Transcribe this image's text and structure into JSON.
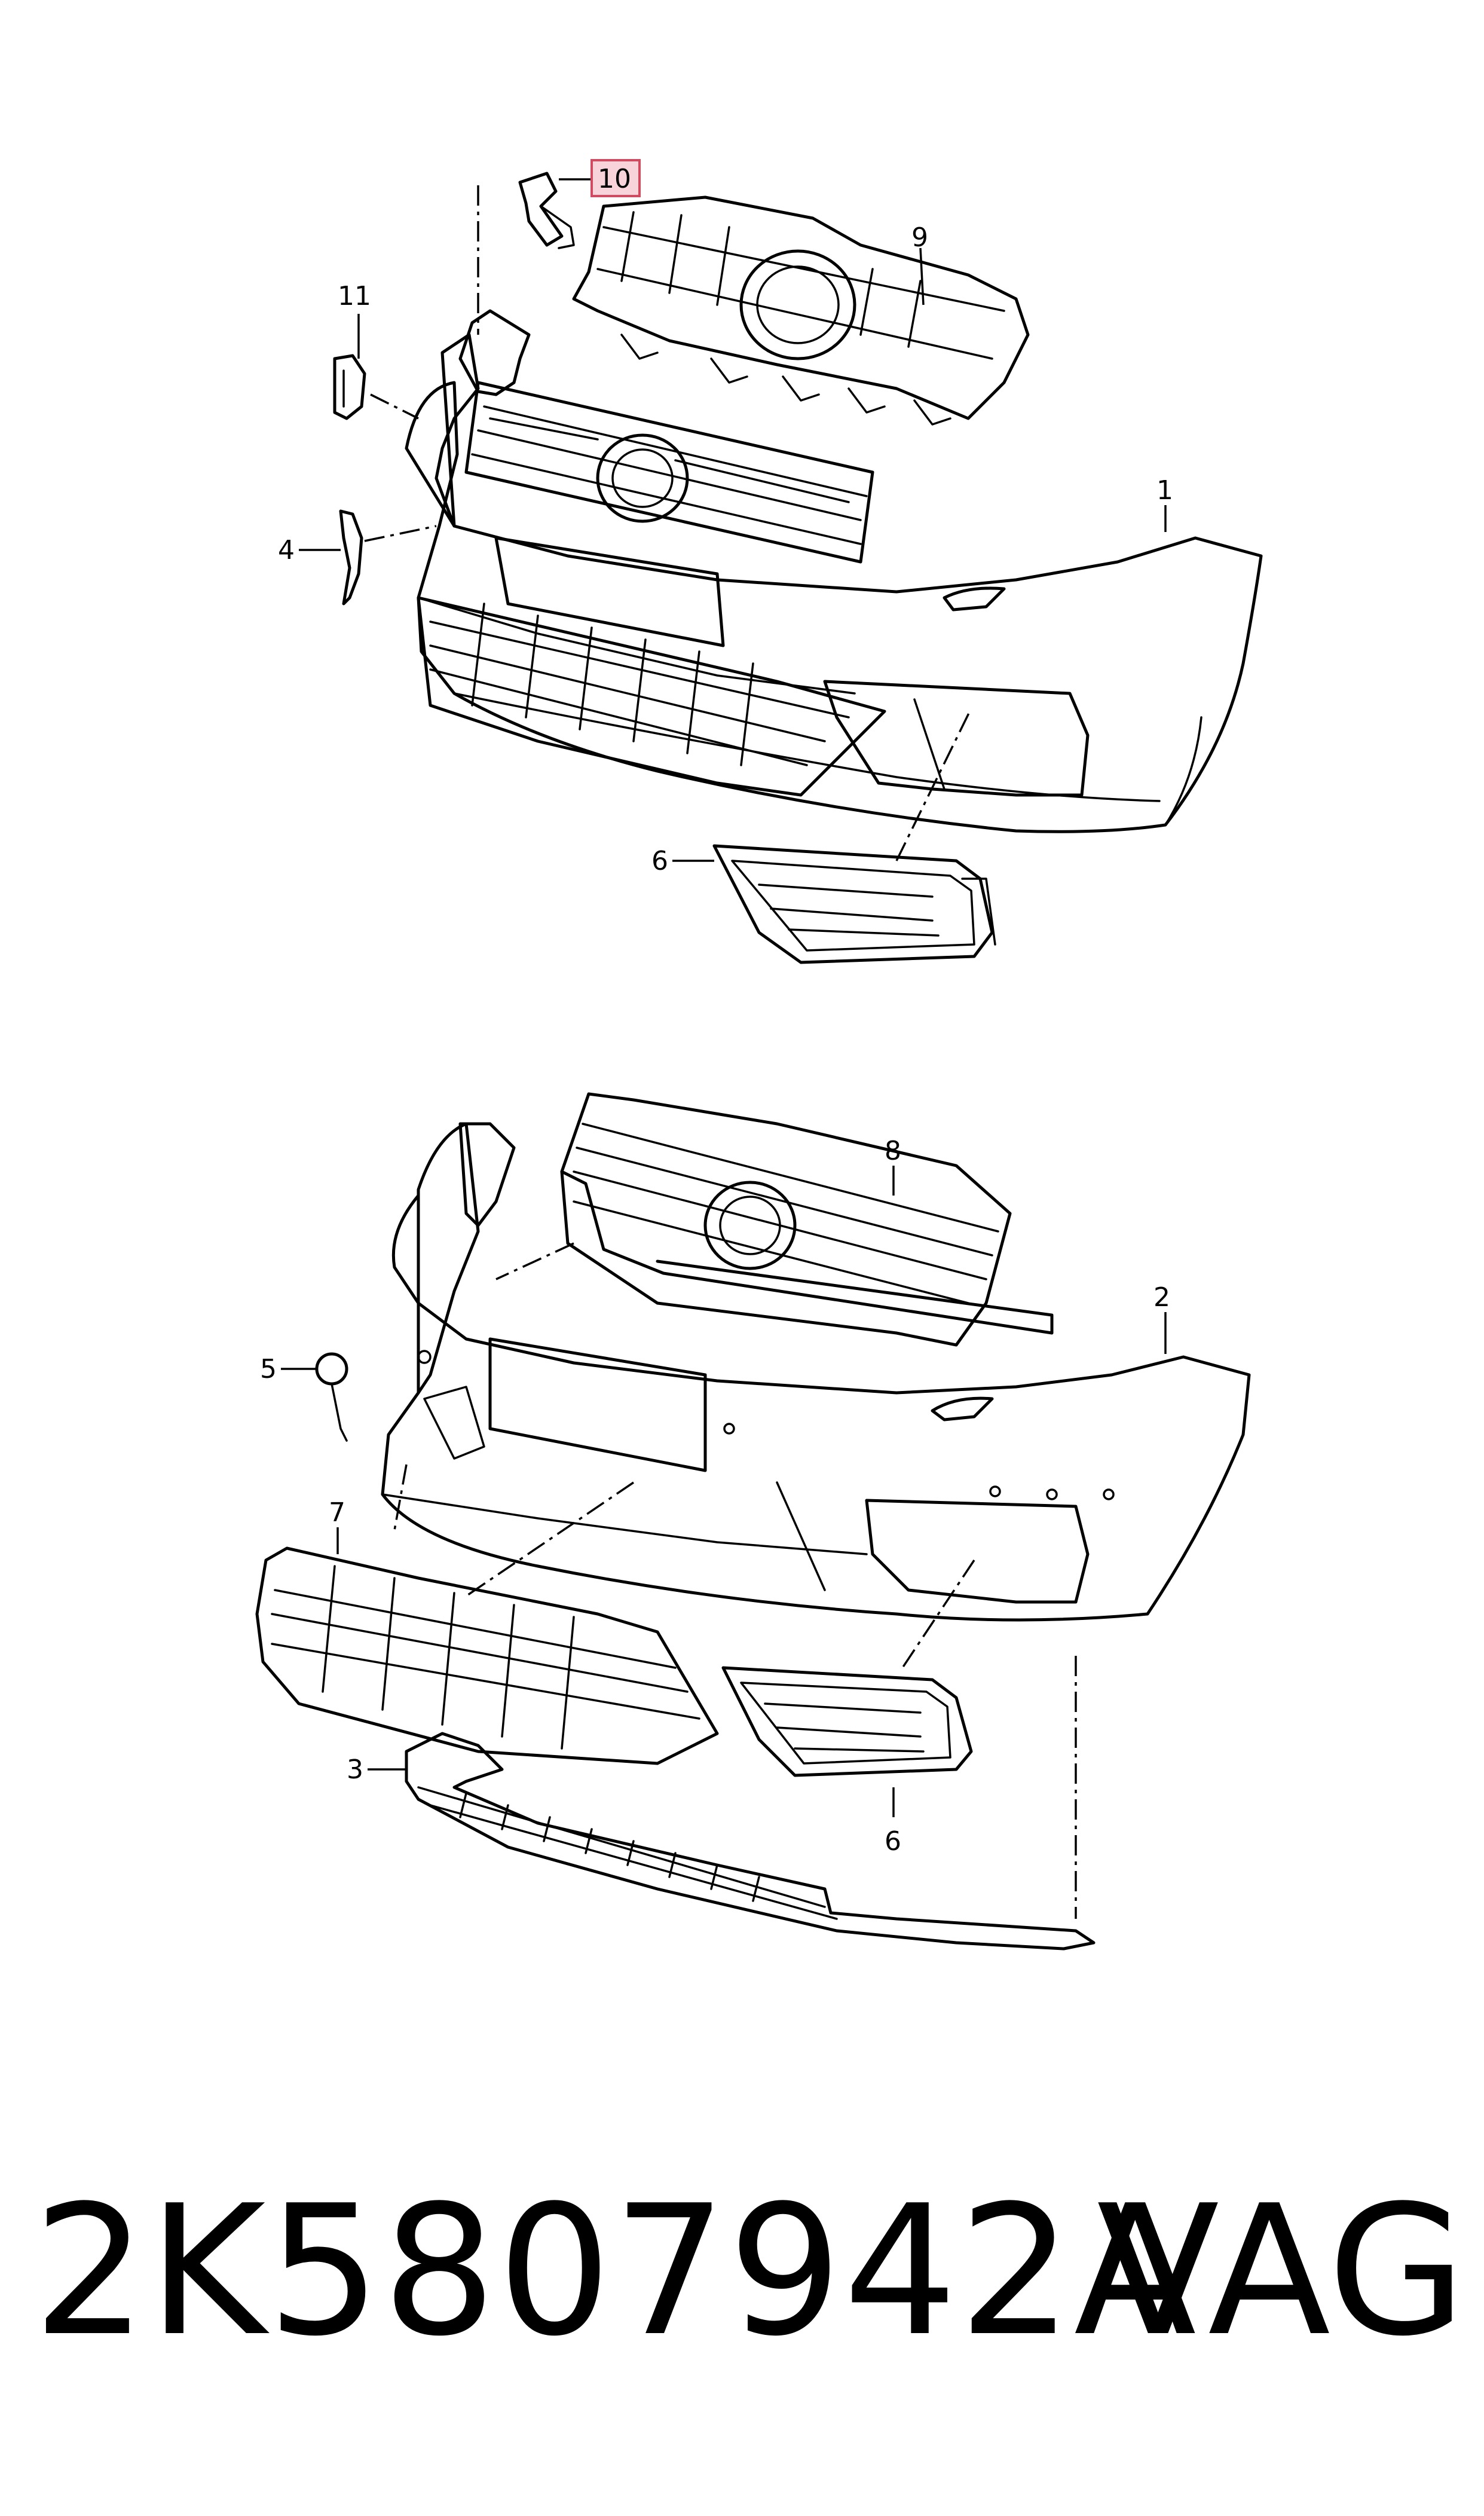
{
  "callouts": {
    "c1": "1",
    "c2": "2",
    "c3": "3",
    "c4": "4",
    "c5": "5",
    "c6a": "6",
    "c6b": "6",
    "c7": "7",
    "c8": "8",
    "c9": "9",
    "c10": "10",
    "c11": "11"
  },
  "highlight": {
    "callout": "10",
    "fill": "#f8d3da",
    "stroke": "#d04a60"
  },
  "footer": {
    "part_number": "2K5807942A",
    "brand": "VAG"
  }
}
